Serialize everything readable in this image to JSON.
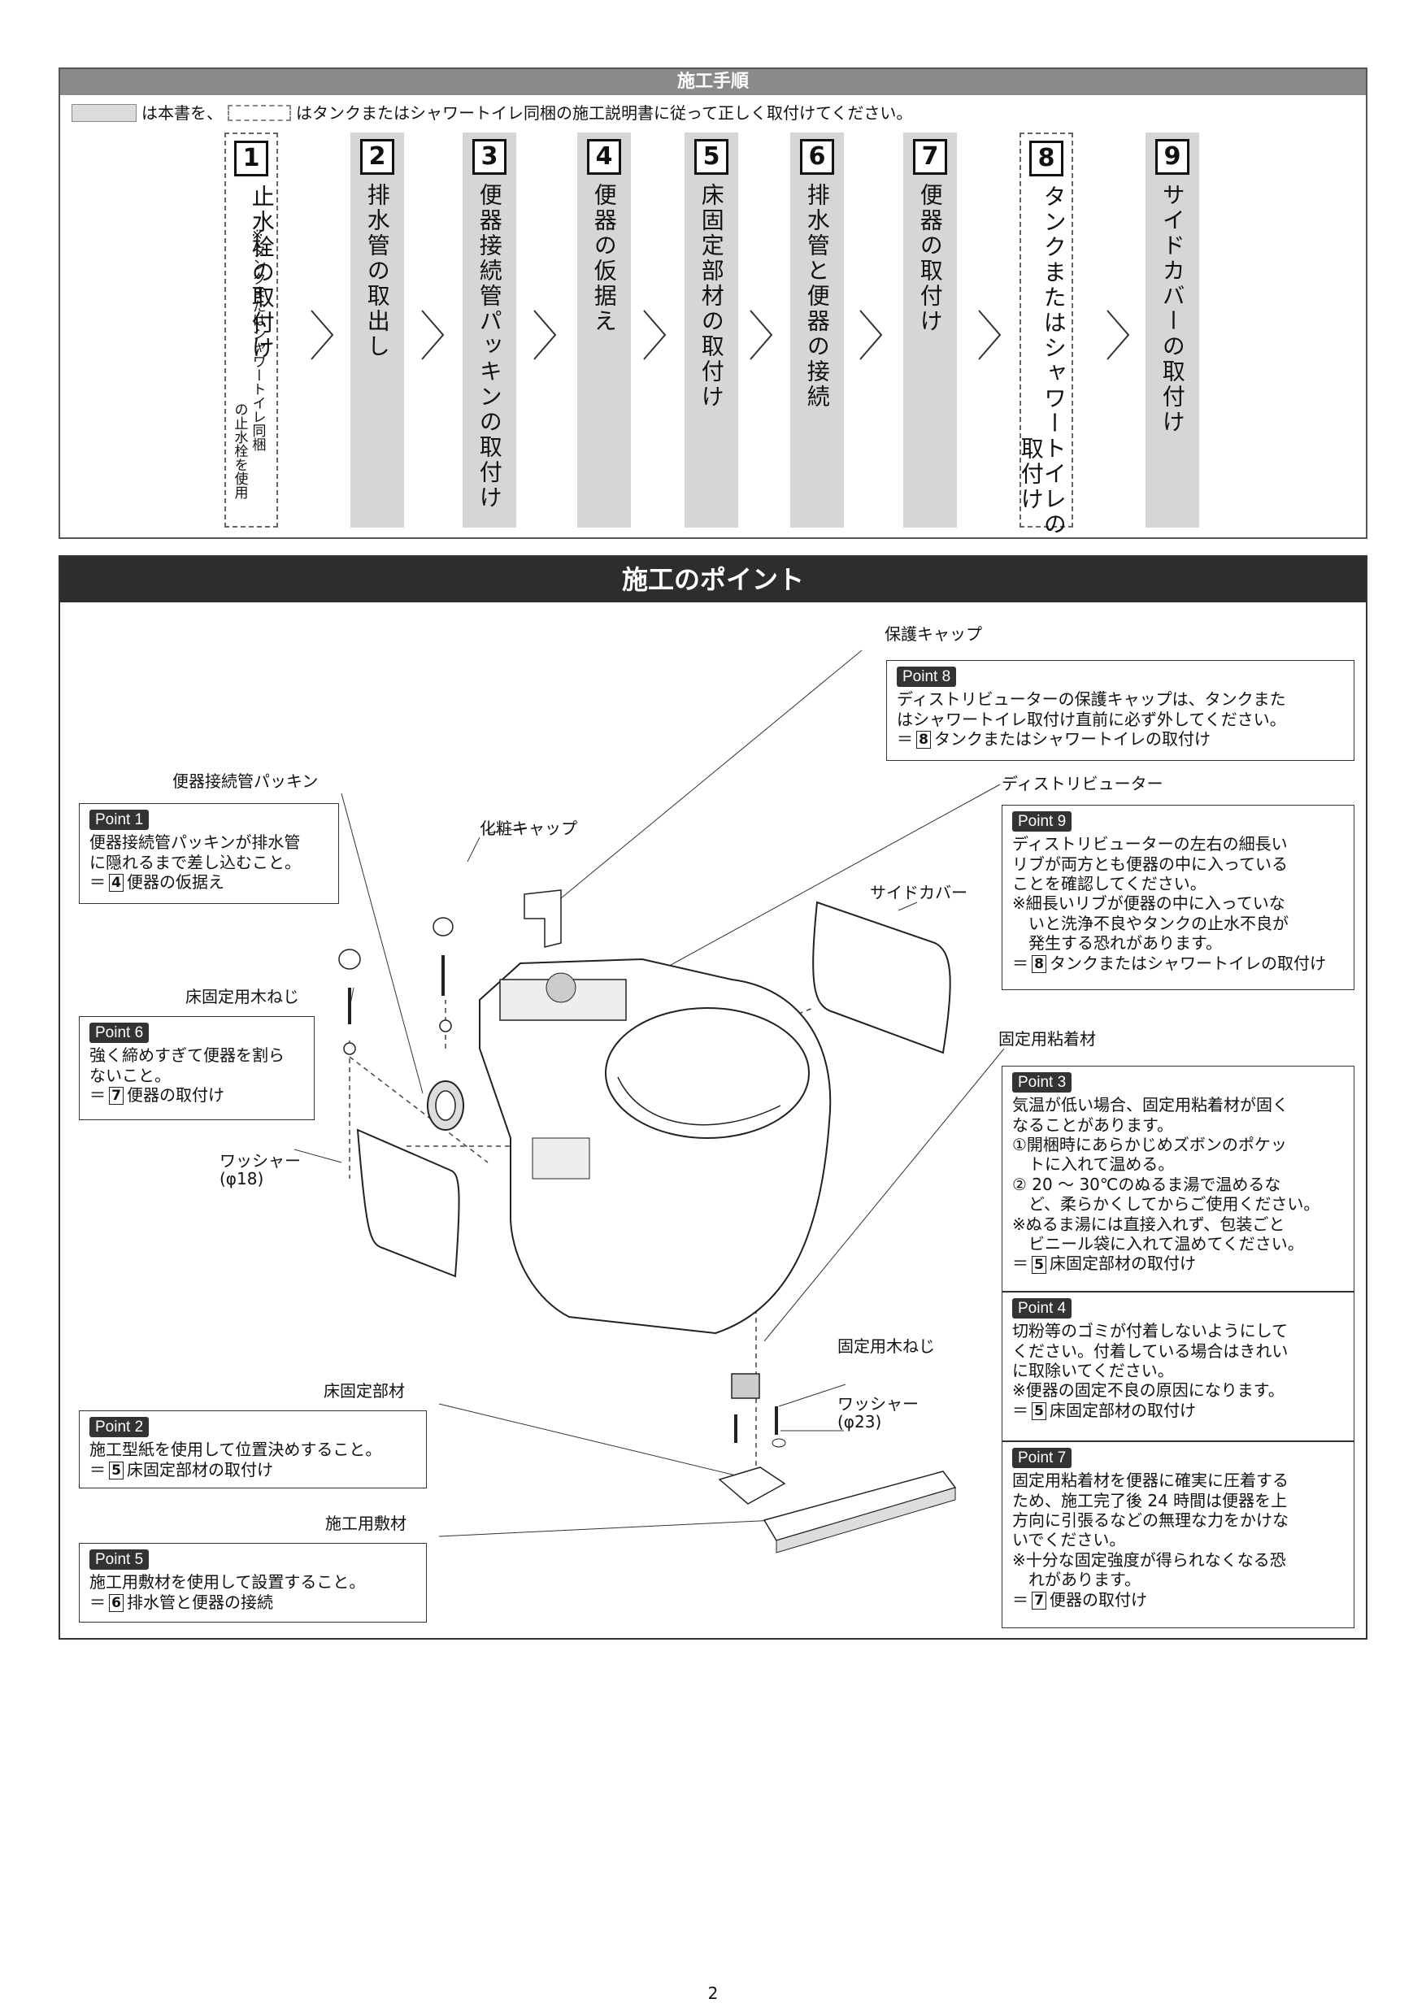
{
  "procedure": {
    "title": "施工手順",
    "legend_text1": "は本書を、",
    "legend_text2": "はタンクまたはシャワートイレ同梱の施工説明書に従って正しく取付けてください。",
    "steps": [
      {
        "num": "1",
        "text": "止水栓の取付け",
        "note1": "※タンクまたはシャワートイレ同梱",
        "note2": "の止水栓を使用",
        "style": "dash"
      },
      {
        "num": "2",
        "text": "排水管の取出し",
        "style": "gray"
      },
      {
        "num": "3",
        "text": "便器接続管パッキンの取付け",
        "style": "gray"
      },
      {
        "num": "4",
        "text": "便器の仮据え",
        "style": "gray"
      },
      {
        "num": "5",
        "text": "床固定部材の取付け",
        "style": "gray"
      },
      {
        "num": "6",
        "text": "排水管と便器の接続",
        "style": "gray"
      },
      {
        "num": "7",
        "text": "便器の取付け",
        "style": "gray"
      },
      {
        "num": "8",
        "text": "タンクまたはシャワートイレの",
        "text2": "取付け",
        "style": "dash"
      },
      {
        "num": "9",
        "text": "サイドカバーの取付け",
        "style": "gray"
      }
    ]
  },
  "points": {
    "title": "施工のポイント",
    "labels": {
      "protect_cap": "保護キャップ",
      "gasket": "便器接続管パッキン",
      "decor_cap": "化粧キャップ",
      "distributor": "ディストリビューター",
      "side_cover": "サイドカバー",
      "wood_screw_floor": "床固定用木ねじ",
      "washer18": "ワッシャー",
      "washer18_size": "(φ18)",
      "adhesive": "固定用粘着材",
      "fix_screw": "固定用木ねじ",
      "washer23": "ワッシャー",
      "washer23_size": "(φ23)",
      "floor_fix": "床固定部材",
      "base_material": "施工用敷材"
    },
    "p1": {
      "badge": "Point 1",
      "l1": "便器接続管パッキンが排水管",
      "l2": "に隠れるまで差し込むこと。",
      "ref_num": "4",
      "ref_text": "便器の仮据え"
    },
    "p2": {
      "badge": "Point 2",
      "l1": "施工型紙を使用して位置決めすること。",
      "ref_num": "5",
      "ref_text": "床固定部材の取付け"
    },
    "p3": {
      "badge": "Point 3",
      "l1": "気温が低い場合、固定用粘着材が固く",
      "l2": "なることがあります。",
      "l3": "①開梱時にあらかじめズボンのポケッ",
      "l4": "　トに入れて温める。",
      "l5": "② 20 ～ 30℃のぬるま湯で温めるな",
      "l6": "　ど、柔らかくしてからご使用ください。",
      "l7": "※ぬるま湯には直接入れず、包装ごと",
      "l8": "　ビニール袋に入れて温めてください。",
      "ref_num": "5",
      "ref_text": "床固定部材の取付け"
    },
    "p4": {
      "badge": "Point 4",
      "l1": "切粉等のゴミが付着しないようにして",
      "l2": "ください。付着している場合はきれい",
      "l3": "に取除いてください。",
      "l4": "※便器の固定不良の原因になります。",
      "ref_num": "5",
      "ref_text": "床固定部材の取付け"
    },
    "p5": {
      "badge": "Point 5",
      "l1": "施工用敷材を使用して設置すること。",
      "ref_num": "6",
      "ref_text": "排水管と便器の接続"
    },
    "p6": {
      "badge": "Point 6",
      "l1": "強く締めすぎて便器を割ら",
      "l2": "ないこと。",
      "ref_num": "7",
      "ref_text": "便器の取付け"
    },
    "p7": {
      "badge": "Point 7",
      "l1": "固定用粘着材を便器に確実に圧着する",
      "l2": "ため、施工完了後 24 時間は便器を上",
      "l3": "方向に引張るなどの無理な力をかけな",
      "l4": "いでください。",
      "l5": "※十分な固定強度が得られなくなる恐",
      "l6": "　れがあります。",
      "ref_num": "7",
      "ref_text": "便器の取付け"
    },
    "p8": {
      "badge": "Point 8",
      "l1": "ディストリビューターの保護キャップは、タンクまた",
      "l2": "はシャワートイレ取付け直前に必ず外してください。",
      "ref_num": "8",
      "ref_text": "タンクまたはシャワートイレの取付け"
    },
    "p9": {
      "badge": "Point 9",
      "l1": "ディストリビューターの左右の細長い",
      "l2": "リブが両方とも便器の中に入っている",
      "l3": "ことを確認してください。",
      "l4": "※細長いリブが便器の中に入っていな",
      "l5": "　いと洗浄不良やタンクの止水不良が",
      "l6": "　発生する恐れがあります。",
      "ref_num": "8",
      "ref_text": "タンクまたはシャワートイレの取付け"
    },
    "eq": "＝"
  },
  "page_number": "2"
}
